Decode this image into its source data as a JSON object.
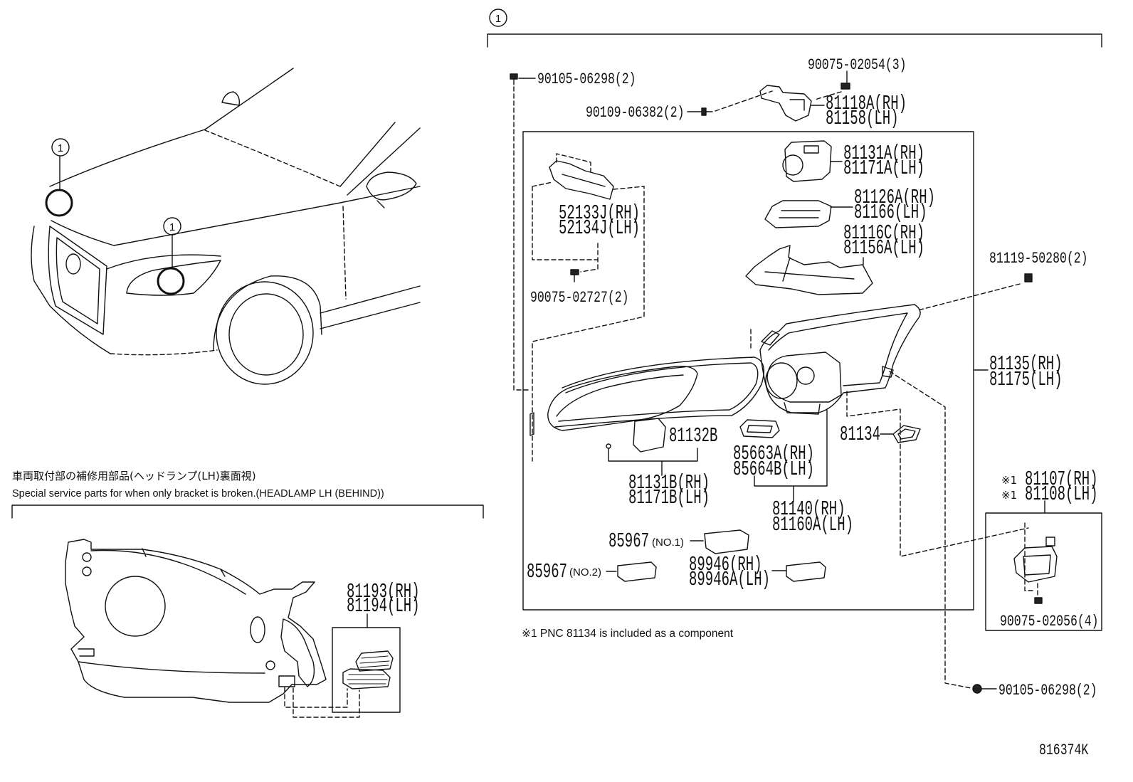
{
  "callouts": {
    "assembly": "1",
    "car_front": "1",
    "car_headlamp": "1"
  },
  "special_parts": {
    "title_jp": "車両取付部の補修用部品(ヘッドランプ(LH)裏面視)",
    "title_en": "Special service parts for when only bracket is broken.(HEADLAMP LH (BEHIND))",
    "bracket_kit": [
      "81193(RH)",
      "81194(LH)"
    ]
  },
  "parts": {
    "p_90105_upper": "90105-06298(2)",
    "p_90075_02054": "90075-02054(3)",
    "p_90109": "90109-06382(2)",
    "p_81118A": [
      "81118A(RH)",
      "81158(LH)"
    ],
    "p_81131A": [
      "81131A(RH)",
      "81171A(LH)"
    ],
    "p_52133J": [
      "52133J(RH)",
      "52134J(LH)"
    ],
    "p_81126A": [
      "81126A(RH)",
      "81166(LH)"
    ],
    "p_81116C": [
      "81116C(RH)",
      "81156A(LH)"
    ],
    "p_81119": "81119-50280(2)",
    "p_90075_02727": "90075-02727(2)",
    "p_81135": [
      "81135(RH)",
      "81175(LH)"
    ],
    "p_81132B": "81132B",
    "p_81134": "81134",
    "p_85663A": [
      "85663A(RH)",
      "85664B(LH)"
    ],
    "p_81131B": [
      "81131B(RH)",
      "81171B(LH)"
    ],
    "p_81140": [
      "81140(RH)",
      "81160A(LH)"
    ],
    "p_81107": {
      "mark": "※1",
      "rh": "81107(RH)",
      "lh": "81108(LH)"
    },
    "p_85967_no1": {
      "number": "85967",
      "note": "(NO.1)"
    },
    "p_85967_no2": {
      "number": "85967",
      "note": "(NO.2)"
    },
    "p_89946": [
      "89946(RH)",
      "89946A(LH)"
    ],
    "p_90075_02056": "90075-02056(4)",
    "p_90105_lower": "90105-06298(2)"
  },
  "footnote": "※1 PNC 81134 is included as a component",
  "drawing_number": "816374K"
}
